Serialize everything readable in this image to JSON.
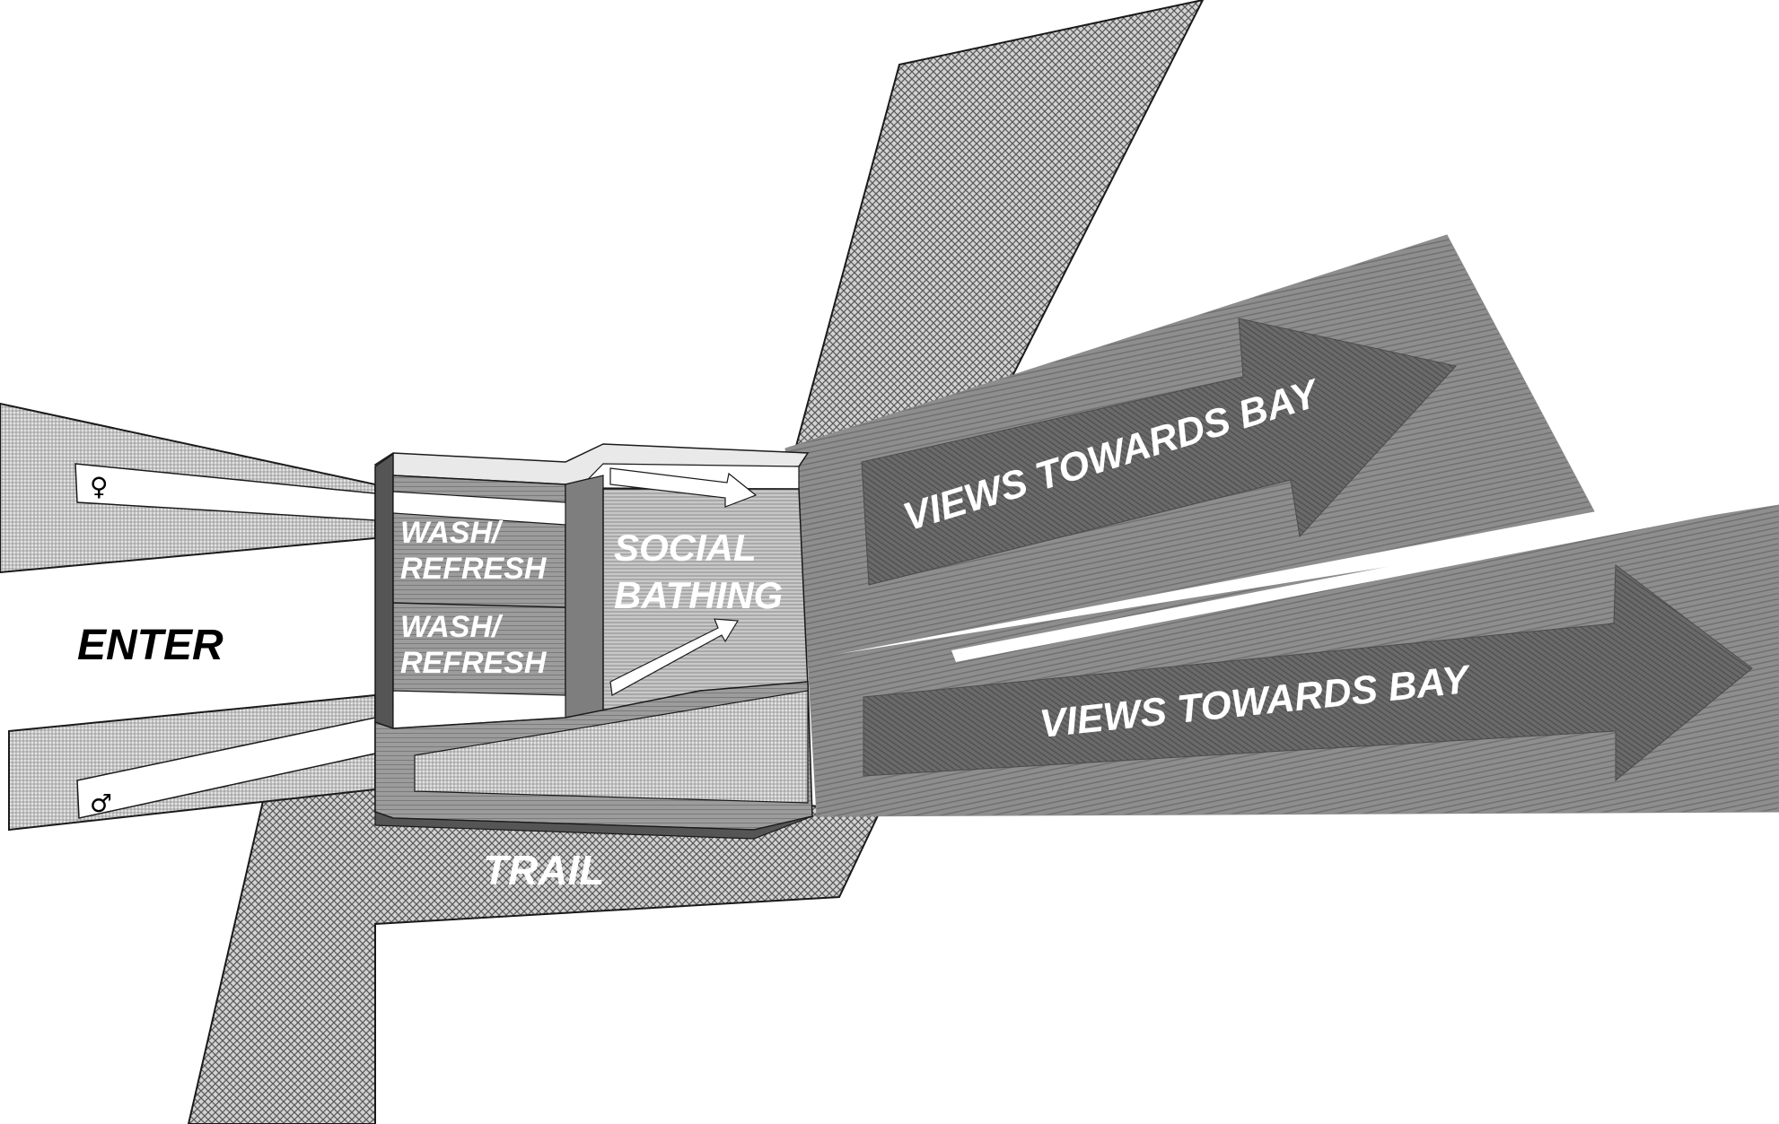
{
  "labels": {
    "enter": "ENTER",
    "trail": "TRAIL",
    "wash_upper": [
      "WASH/",
      "REFRESH"
    ],
    "wash_lower": [
      "WASH/",
      "REFRESH"
    ],
    "social": [
      "SOCIAL",
      "BATHING"
    ],
    "views_upper": "VIEWS TOWARDS BAY",
    "views_lower": "VIEWS TOWARDS BAY"
  },
  "symbols": {
    "female": "♀",
    "male": "♂"
  },
  "colors": {
    "background": "#ffffff",
    "view_band": "#8c8c8c",
    "view_arrow": "#6a6a6a",
    "crosshatch": "#9e9e9e",
    "entry_band": "#bdbdbd",
    "building_face": "#a9a9a9",
    "building_dark": "#555555",
    "outline": "#1a1a1a",
    "label_white": "#ffffff",
    "label_black": "#000000"
  }
}
